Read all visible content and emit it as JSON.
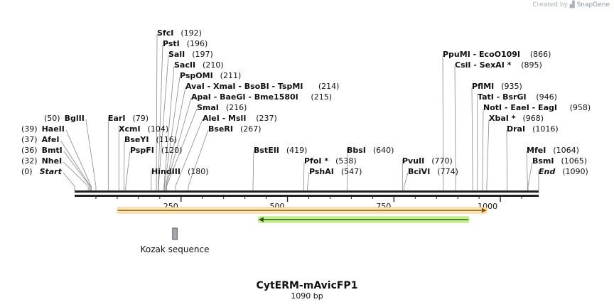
{
  "credit": {
    "prefix": "Created by",
    "brand": "SnapGene"
  },
  "map": {
    "title": "CytERM-mAvicFP1",
    "length_label": "1090 bp",
    "length": 1090
  },
  "ruler_ticks": [
    {
      "value": 250,
      "label": "250"
    },
    {
      "value": 500,
      "label": "500"
    },
    {
      "value": 750,
      "label": "750"
    },
    {
      "value": 1000,
      "label": "1000"
    }
  ],
  "sites": [
    {
      "name": "Start",
      "position": 0,
      "pos_label": "(0)",
      "italic": true
    },
    {
      "name": "NheI",
      "position": 32,
      "pos_label": "(32)"
    },
    {
      "name": "BmtI",
      "position": 36,
      "pos_label": "(36)"
    },
    {
      "name": "AfeI",
      "position": 37,
      "pos_label": "(37)"
    },
    {
      "name": "HaeII",
      "position": 39,
      "pos_label": "(39)"
    },
    {
      "name": "BglII",
      "position": 50,
      "pos_label": "(50)"
    },
    {
      "name": "EarI",
      "position": 79,
      "pos_label": "(79)"
    },
    {
      "name": "XcmI",
      "position": 104,
      "pos_label": "(104)"
    },
    {
      "name": "BseYI",
      "position": 116,
      "pos_label": "(116)"
    },
    {
      "name": "PspFI",
      "position": 120,
      "pos_label": "(120)"
    },
    {
      "name": "HindIII",
      "position": 180,
      "pos_label": "(180)"
    },
    {
      "name": "SfcI",
      "position": 192,
      "pos_label": "(192)"
    },
    {
      "name": "PstI",
      "position": 196,
      "pos_label": "(196)"
    },
    {
      "name": "SalI",
      "position": 197,
      "pos_label": "(197)"
    },
    {
      "name": "SacII",
      "position": 210,
      "pos_label": "(210)"
    },
    {
      "name": "PspOMI",
      "position": 211,
      "pos_label": "(211)"
    },
    {
      "name": "AvaI  - XmaI  - BsoBI  - TspMI",
      "position": 214,
      "pos_label": "(214)"
    },
    {
      "name": "ApaI  - BaeGI  - Bme1580I",
      "position": 215,
      "pos_label": "(215)"
    },
    {
      "name": "SmaI",
      "position": 216,
      "pos_label": "(216)"
    },
    {
      "name": "AleI  - MslI",
      "position": 237,
      "pos_label": "(237)"
    },
    {
      "name": "BseRI",
      "position": 267,
      "pos_label": "(267)"
    },
    {
      "name": "BstEII",
      "position": 419,
      "pos_label": "(419)"
    },
    {
      "name": "PfoI *",
      "position": 538,
      "pos_label": "(538)"
    },
    {
      "name": "PshAI",
      "position": 547,
      "pos_label": "(547)"
    },
    {
      "name": "BbsI",
      "position": 640,
      "pos_label": "(640)"
    },
    {
      "name": "PvuII",
      "position": 770,
      "pos_label": "(770)"
    },
    {
      "name": "BciVI",
      "position": 774,
      "pos_label": "(774)"
    },
    {
      "name": "PpuMI  - EcoO109I",
      "position": 866,
      "pos_label": "(866)"
    },
    {
      "name": "CsiI  - SexAI *",
      "position": 895,
      "pos_label": "(895)"
    },
    {
      "name": "PflMI",
      "position": 935,
      "pos_label": "(935)"
    },
    {
      "name": "TatI  - BsrGI",
      "position": 946,
      "pos_label": "(946)"
    },
    {
      "name": "NotI  - EaeI  - EagI",
      "position": 958,
      "pos_label": "(958)"
    },
    {
      "name": "XbaI *",
      "position": 968,
      "pos_label": "(968)"
    },
    {
      "name": "DraI",
      "position": 1016,
      "pos_label": "(1016)"
    },
    {
      "name": "MfeI",
      "position": 1064,
      "pos_label": "(1064)"
    },
    {
      "name": "BsmI",
      "position": 1065,
      "pos_label": "(1065)"
    },
    {
      "name": "End",
      "position": 1090,
      "pos_label": "(1090)",
      "italic": true
    }
  ],
  "features": [
    {
      "kind": "orange-arrow",
      "start": 100,
      "end": 968,
      "direction": "forward",
      "color": "#f0a830"
    },
    {
      "kind": "green-arrow",
      "start": 432,
      "end": 926,
      "direction": "reverse",
      "color": "#7ed321"
    },
    {
      "kind": "grey-box",
      "start": 230,
      "end": 241,
      "label": "Kozak sequence",
      "color": "#a6aab0"
    }
  ],
  "colors": {
    "backbone": "#222222",
    "line": "#888888",
    "label": "#111111"
  }
}
